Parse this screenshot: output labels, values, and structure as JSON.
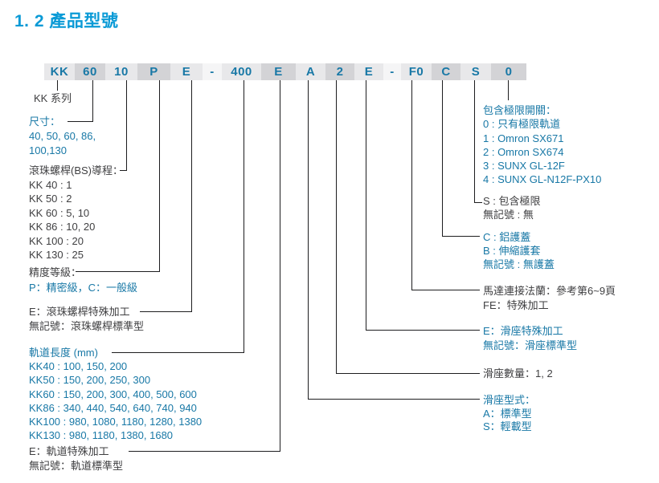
{
  "page": {
    "title": "1. 2 產品型號"
  },
  "colors": {
    "title_blue": "#0a9ad6",
    "body_blue": "#1878a6",
    "body_dark": "#3f3f41",
    "connector_line": "#1d1d1f",
    "cell_light": "#e8e8ea",
    "cell_dark": "#d3d3d6"
  },
  "model_code": {
    "segments": [
      {
        "text": "KK"
      },
      {
        "text": "60"
      },
      {
        "text": "10"
      },
      {
        "text": "P"
      },
      {
        "text": "E"
      },
      {
        "text": "-"
      },
      {
        "text": "400"
      },
      {
        "text": "E"
      },
      {
        "text": "A"
      },
      {
        "text": "2"
      },
      {
        "text": "E"
      },
      {
        "text": "-"
      },
      {
        "text": "F0"
      },
      {
        "text": "C"
      },
      {
        "text": "S"
      },
      {
        "text": "0"
      }
    ]
  },
  "annotations": [
    {
      "id": "series",
      "side": "left",
      "lines": [
        {
          "text": "KK 系列",
          "color": "dark"
        }
      ]
    },
    {
      "id": "size",
      "side": "left",
      "lines": [
        {
          "text": "尺寸：",
          "color": "blue"
        },
        {
          "text": "40, 50, 60, 86,",
          "color": "blue"
        },
        {
          "text": "100,130",
          "color": "blue"
        }
      ]
    },
    {
      "id": "lead",
      "side": "left",
      "lines": [
        {
          "text": "滾珠螺桿(BS)導程：",
          "color": "dark"
        },
        {
          "text": "KK 40 : 1",
          "color": "dark"
        },
        {
          "text": "KK 50 : 2",
          "color": "dark"
        },
        {
          "text": "KK 60 : 5, 10",
          "color": "dark"
        },
        {
          "text": "KK 86 : 10, 20",
          "color": "dark"
        },
        {
          "text": "KK 100 : 20",
          "color": "dark"
        },
        {
          "text": "KK 130 : 25",
          "color": "dark"
        }
      ]
    },
    {
      "id": "precision",
      "side": "left",
      "lines": [
        {
          "text": "精度等級：",
          "color": "dark"
        },
        {
          "text": "P：精密級，C：一般級",
          "color": "blue"
        }
      ]
    },
    {
      "id": "screw-special",
      "side": "left",
      "lines": [
        {
          "text": "E：滾珠螺桿特殊加工",
          "color": "dark"
        },
        {
          "text": "無記號：滾珠螺桿標準型",
          "color": "dark"
        }
      ]
    },
    {
      "id": "rail-length",
      "side": "left",
      "lines": [
        {
          "text": "軌道長度 (mm)",
          "color": "blue"
        },
        {
          "text": "KK40 : 100, 150, 200",
          "color": "blue"
        },
        {
          "text": "KK50 : 150, 200, 250, 300",
          "color": "blue"
        },
        {
          "text": "KK60 : 150, 200, 300,  400,  500, 600",
          "color": "blue"
        },
        {
          "text": "KK86 : 340, 440, 540, 640, 740, 940",
          "color": "blue"
        },
        {
          "text": "KK100 : 980, 1080, 1180, 1280, 1380",
          "color": "blue"
        },
        {
          "text": "KK130 : 980, 1180, 1380, 1680",
          "color": "blue"
        }
      ]
    },
    {
      "id": "rail-special",
      "side": "left",
      "lines": [
        {
          "text": "E：軌道特殊加工",
          "color": "dark"
        },
        {
          "text": "無記號：軌道標準型",
          "color": "dark"
        }
      ]
    },
    {
      "id": "limit-switch",
      "side": "right",
      "lines": [
        {
          "text": "包含極限開關：",
          "color": "blue"
        },
        {
          "text": "0 : 只有極限軌道",
          "color": "blue"
        },
        {
          "text": "1 : Omron SX671",
          "color": "blue"
        },
        {
          "text": "2 : Omron SX674",
          "color": "blue"
        },
        {
          "text": "3 : SUNX GL-12F",
          "color": "blue"
        },
        {
          "text": "4 : SUNX GL-N12F-PX10",
          "color": "blue"
        }
      ]
    },
    {
      "id": "limit-include",
      "side": "right",
      "lines": [
        {
          "text": "S : 包含極限",
          "color": "dark"
        },
        {
          "text": "無記號 : 無",
          "color": "dark"
        }
      ]
    },
    {
      "id": "cover",
      "side": "right",
      "lines": [
        {
          "text": "C : 鋁護蓋",
          "color": "blue"
        },
        {
          "text": "B : 伸縮護套",
          "color": "blue"
        },
        {
          "text": "無記號 : 無護蓋",
          "color": "blue"
        }
      ]
    },
    {
      "id": "motor-flange",
      "side": "right",
      "lines": [
        {
          "text": "馬達連接法蘭：參考第6~9頁",
          "color": "dark"
        },
        {
          "text": "FE：特殊加工",
          "color": "dark"
        }
      ]
    },
    {
      "id": "slider-special",
      "side": "right",
      "lines": [
        {
          "text": "E：滑座特殊加工",
          "color": "blue"
        },
        {
          "text": "無記號：滑座標準型",
          "color": "blue"
        }
      ]
    },
    {
      "id": "slider-count",
      "side": "right",
      "lines": [
        {
          "text": "滑座數量：1, 2",
          "color": "dark"
        }
      ]
    },
    {
      "id": "slider-type",
      "side": "right",
      "lines": [
        {
          "text": "滑座型式：",
          "color": "blue"
        },
        {
          "text": "A：標準型",
          "color": "blue"
        },
        {
          "text": "S：輕載型",
          "color": "blue"
        }
      ]
    }
  ]
}
